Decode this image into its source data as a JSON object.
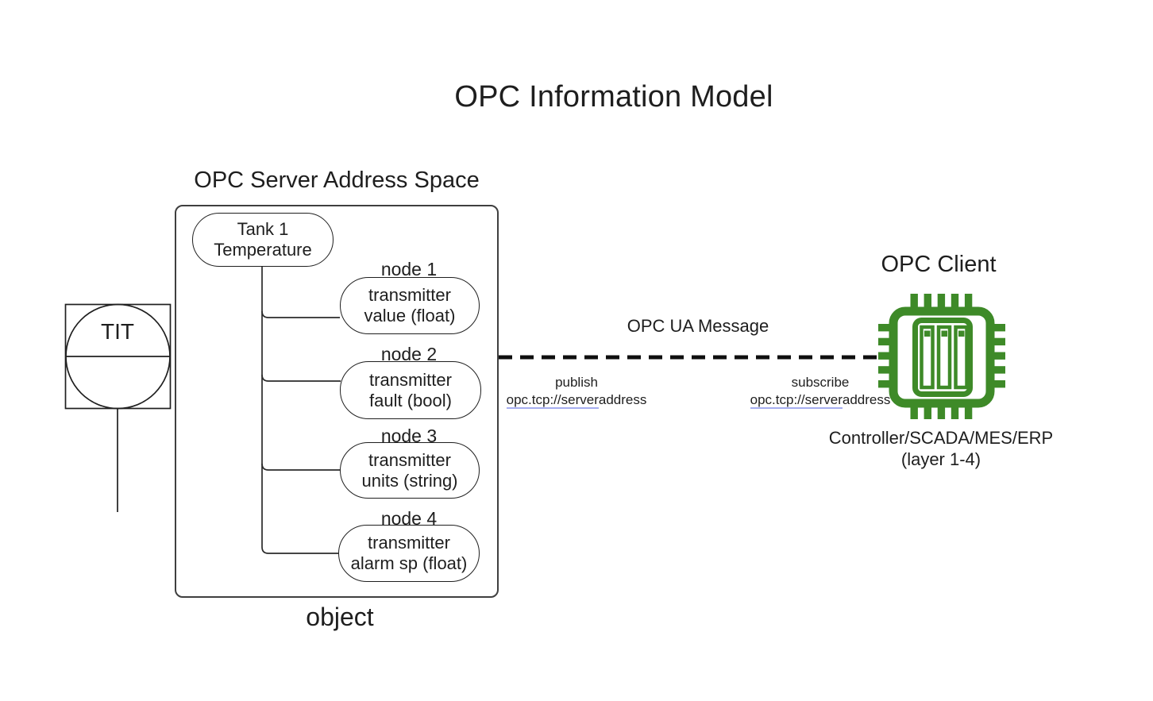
{
  "title": "OPC Information Model",
  "colors": {
    "accent_green": "#3e8a28",
    "text": "#1e1e1e",
    "line": "#1f1f1f",
    "link_underline": "#a6aef0"
  },
  "instrument": {
    "label": "TIT",
    "icon": "instrument-bubble-icon"
  },
  "server": {
    "heading": "OPC Server Address Space",
    "object_label": "object",
    "root": {
      "line1": "Tank 1",
      "line2": "Temperature"
    },
    "nodes": [
      {
        "id": "node 1",
        "line1": "transmitter",
        "line2": "value (float)"
      },
      {
        "id": "node 2",
        "line1": "transmitter",
        "line2": "fault (bool)"
      },
      {
        "id": "node 3",
        "line1": "transmitter",
        "line2": "units (string)"
      },
      {
        "id": "node 4",
        "line1": "transmitter",
        "line2": "alarm sp (float)"
      }
    ]
  },
  "message": {
    "label": "OPC UA Message",
    "publish": {
      "action": "publish",
      "address_underlined": "opc.tcp://server",
      "address_rest": "address"
    },
    "subscribe": {
      "action": "subscribe",
      "address_underlined": "opc.tcp://server",
      "address_rest": "address"
    }
  },
  "client": {
    "heading": "OPC Client",
    "icon": "chip-icon",
    "caption_line1": "Controller/SCADA/MES/ERP",
    "caption_line2": "(layer 1-4)"
  }
}
